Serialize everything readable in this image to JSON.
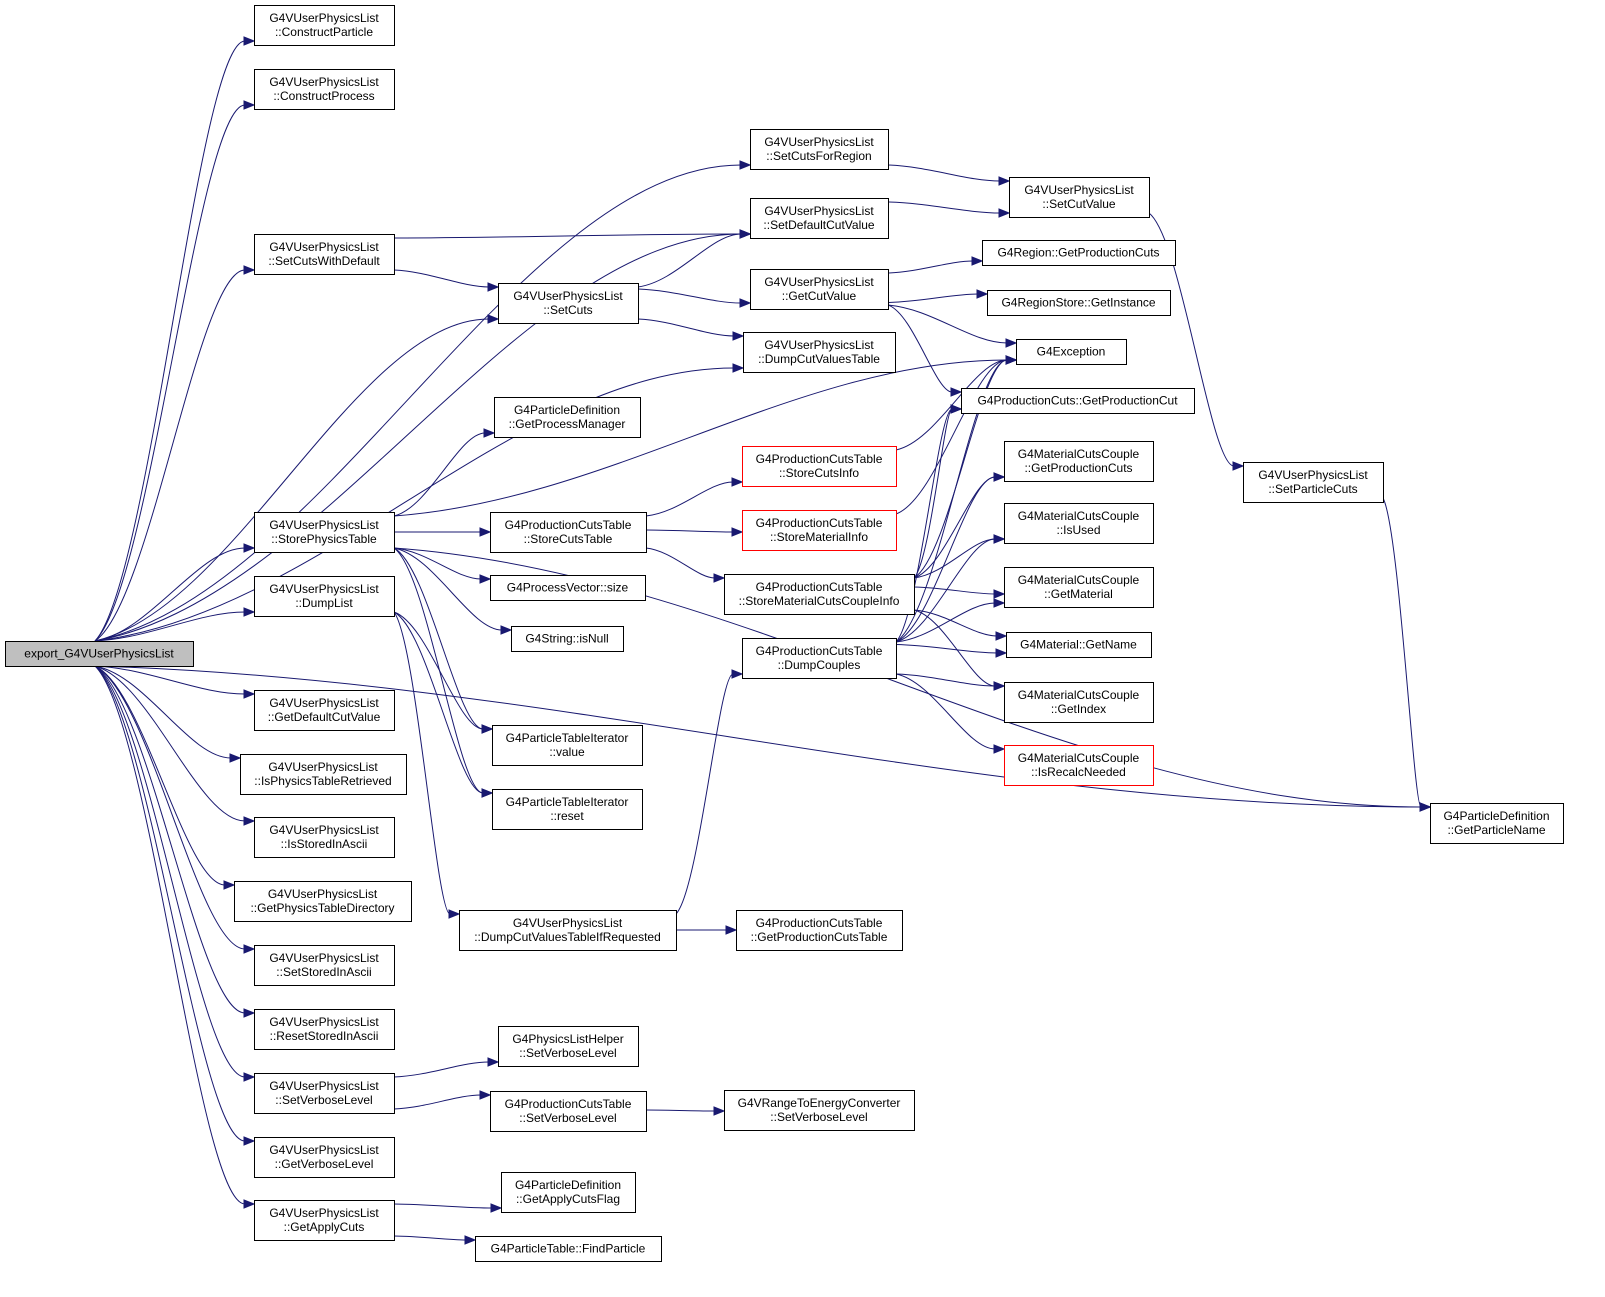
{
  "nodes": {
    "root": {
      "lines": [
        "export_G4VUserPhysicsList"
      ],
      "root": true
    },
    "constructParticle": {
      "lines": [
        "G4VUserPhysicsList",
        "::ConstructParticle"
      ]
    },
    "constructProcess": {
      "lines": [
        "G4VUserPhysicsList",
        "::ConstructProcess"
      ]
    },
    "setCutsForRegion": {
      "lines": [
        "G4VUserPhysicsList",
        "::SetCutsForRegion"
      ]
    },
    "setCutValue": {
      "lines": [
        "G4VUserPhysicsList",
        "::SetCutValue"
      ]
    },
    "setDefaultCutValue": {
      "lines": [
        "G4VUserPhysicsList",
        "::SetDefaultCutValue"
      ]
    },
    "setCutsWithDefault": {
      "lines": [
        "G4VUserPhysicsList",
        "::SetCutsWithDefault"
      ]
    },
    "setCuts": {
      "lines": [
        "G4VUserPhysicsList",
        "::SetCuts"
      ]
    },
    "getCutValue": {
      "lines": [
        "G4VUserPhysicsList",
        "::GetCutValue"
      ]
    },
    "regionGetProductionCuts": {
      "lines": [
        "G4Region::GetProductionCuts"
      ]
    },
    "regionStoreGetInstance": {
      "lines": [
        "G4RegionStore::GetInstance"
      ]
    },
    "dumpCutValuesTable": {
      "lines": [
        "G4VUserPhysicsList",
        "::DumpCutValuesTable"
      ]
    },
    "g4Exception": {
      "lines": [
        "G4Exception"
      ]
    },
    "productionCutsGetProductionCut": {
      "lines": [
        "G4ProductionCuts::GetProductionCut"
      ]
    },
    "getProcessManager": {
      "lines": [
        "G4ParticleDefinition",
        "::GetProcessManager"
      ]
    },
    "storeCutsInfo": {
      "lines": [
        "G4ProductionCutsTable",
        "::StoreCutsInfo"
      ],
      "red": true
    },
    "mccGetProductionCuts": {
      "lines": [
        "G4MaterialCutsCouple",
        "::GetProductionCuts"
      ]
    },
    "setParticleCuts": {
      "lines": [
        "G4VUserPhysicsList",
        "::SetParticleCuts"
      ]
    },
    "storePhysicsTable": {
      "lines": [
        "G4VUserPhysicsList",
        "::StorePhysicsTable"
      ]
    },
    "storeCutsTable": {
      "lines": [
        "G4ProductionCutsTable",
        "::StoreCutsTable"
      ]
    },
    "storeMaterialInfo": {
      "lines": [
        "G4ProductionCutsTable",
        "::StoreMaterialInfo"
      ],
      "red": true
    },
    "mccIsUsed": {
      "lines": [
        "G4MaterialCutsCouple",
        "::IsUsed"
      ]
    },
    "dumpList": {
      "lines": [
        "G4VUserPhysicsList",
        "::DumpList"
      ]
    },
    "processVectorSize": {
      "lines": [
        "G4ProcessVector::size"
      ]
    },
    "storeMaterialCutsCoupleInfo": {
      "lines": [
        "G4ProductionCutsTable",
        "::StoreMaterialCutsCoupleInfo"
      ]
    },
    "mccGetMaterial": {
      "lines": [
        "G4MaterialCutsCouple",
        "::GetMaterial"
      ]
    },
    "stringIsNull": {
      "lines": [
        "G4String::isNull"
      ]
    },
    "dumpCouples": {
      "lines": [
        "G4ProductionCutsTable",
        "::DumpCouples"
      ]
    },
    "materialGetName": {
      "lines": [
        "G4Material::GetName"
      ]
    },
    "getDefaultCutValue": {
      "lines": [
        "G4VUserPhysicsList",
        "::GetDefaultCutValue"
      ]
    },
    "mccGetIndex": {
      "lines": [
        "G4MaterialCutsCouple",
        "::GetIndex"
      ]
    },
    "pitValue": {
      "lines": [
        "G4ParticleTableIterator",
        "::value"
      ]
    },
    "isPhysicsTableRetrieved": {
      "lines": [
        "G4VUserPhysicsList",
        "::IsPhysicsTableRetrieved"
      ]
    },
    "mccIsRecalcNeeded": {
      "lines": [
        "G4MaterialCutsCouple",
        "::IsRecalcNeeded"
      ],
      "red": true
    },
    "pitReset": {
      "lines": [
        "G4ParticleTableIterator",
        "::reset"
      ]
    },
    "getParticleName": {
      "lines": [
        "G4ParticleDefinition",
        "::GetParticleName"
      ]
    },
    "isStoredInAscii": {
      "lines": [
        "G4VUserPhysicsList",
        "::IsStoredInAscii"
      ]
    },
    "getPhysicsTableDirectory": {
      "lines": [
        "G4VUserPhysicsList",
        "::GetPhysicsTableDirectory"
      ]
    },
    "dumpCutValuesTableIfRequested": {
      "lines": [
        "G4VUserPhysicsList",
        "::DumpCutValuesTableIfRequested"
      ]
    },
    "getProductionCutsTable": {
      "lines": [
        "G4ProductionCutsTable",
        "::GetProductionCutsTable"
      ]
    },
    "setStoredInAscii": {
      "lines": [
        "G4VUserPhysicsList",
        "::SetStoredInAscii"
      ]
    },
    "resetStoredInAscii": {
      "lines": [
        "G4VUserPhysicsList",
        "::ResetStoredInAscii"
      ]
    },
    "plhSetVerboseLevel": {
      "lines": [
        "G4PhysicsListHelper",
        "::SetVerboseLevel"
      ]
    },
    "setVerboseLevel": {
      "lines": [
        "G4VUserPhysicsList",
        "::SetVerboseLevel"
      ]
    },
    "pctSetVerboseLevel": {
      "lines": [
        "G4ProductionCutsTable",
        "::SetVerboseLevel"
      ]
    },
    "rtecSetVerboseLevel": {
      "lines": [
        "G4VRangeToEnergyConverter",
        "::SetVerboseLevel"
      ]
    },
    "getVerboseLevel": {
      "lines": [
        "G4VUserPhysicsList",
        "::GetVerboseLevel"
      ]
    },
    "getApplyCutsFlag": {
      "lines": [
        "G4ParticleDefinition",
        "::GetApplyCutsFlag"
      ]
    },
    "getApplyCuts": {
      "lines": [
        "G4VUserPhysicsList",
        "::GetApplyCuts"
      ]
    },
    "findParticle": {
      "lines": [
        "G4ParticleTable::FindParticle"
      ]
    }
  },
  "edges": [
    [
      "root",
      "constructParticle"
    ],
    [
      "root",
      "constructProcess"
    ],
    [
      "root",
      "setCutsForRegion"
    ],
    [
      "root",
      "setDefaultCutValue"
    ],
    [
      "root",
      "setCutsWithDefault"
    ],
    [
      "root",
      "setCuts"
    ],
    [
      "root",
      "dumpCutValuesTable"
    ],
    [
      "root",
      "storePhysicsTable"
    ],
    [
      "root",
      "dumpList"
    ],
    [
      "root",
      "getParticleName"
    ],
    [
      "root",
      "getDefaultCutValue"
    ],
    [
      "root",
      "isPhysicsTableRetrieved"
    ],
    [
      "root",
      "isStoredInAscii"
    ],
    [
      "root",
      "getPhysicsTableDirectory"
    ],
    [
      "root",
      "setStoredInAscii"
    ],
    [
      "root",
      "resetStoredInAscii"
    ],
    [
      "root",
      "setVerboseLevel"
    ],
    [
      "root",
      "getVerboseLevel"
    ],
    [
      "root",
      "getApplyCuts"
    ],
    [
      "setCutsForRegion",
      "setCutValue"
    ],
    [
      "setDefaultCutValue",
      "setCutValue"
    ],
    [
      "setCutValue",
      "setParticleCuts"
    ],
    [
      "setParticleCuts",
      "getParticleName"
    ],
    [
      "setCutsWithDefault",
      "setDefaultCutValue"
    ],
    [
      "setCutsWithDefault",
      "setCuts"
    ],
    [
      "setCuts",
      "setDefaultCutValue"
    ],
    [
      "setCuts",
      "getCutValue"
    ],
    [
      "setCuts",
      "dumpCutValuesTable"
    ],
    [
      "getCutValue",
      "regionGetProductionCuts"
    ],
    [
      "getCutValue",
      "regionStoreGetInstance"
    ],
    [
      "getCutValue",
      "g4Exception"
    ],
    [
      "getCutValue",
      "productionCutsGetProductionCut"
    ],
    [
      "storePhysicsTable",
      "getProcessManager"
    ],
    [
      "storePhysicsTable",
      "g4Exception"
    ],
    [
      "storePhysicsTable",
      "storeCutsTable"
    ],
    [
      "storePhysicsTable",
      "processVectorSize"
    ],
    [
      "storePhysicsTable",
      "stringIsNull"
    ],
    [
      "storePhysicsTable",
      "pitValue"
    ],
    [
      "storePhysicsTable",
      "pitReset"
    ],
    [
      "storePhysicsTable",
      "getParticleName"
    ],
    [
      "storeCutsTable",
      "storeCutsInfo"
    ],
    [
      "storeCutsTable",
      "storeMaterialInfo"
    ],
    [
      "storeCutsTable",
      "storeMaterialCutsCoupleInfo"
    ],
    [
      "storeCutsInfo",
      "g4Exception"
    ],
    [
      "storeMaterialInfo",
      "g4Exception"
    ],
    [
      "storeMaterialCutsCoupleInfo",
      "g4Exception"
    ],
    [
      "storeMaterialCutsCoupleInfo",
      "productionCutsGetProductionCut"
    ],
    [
      "storeMaterialCutsCoupleInfo",
      "mccGetProductionCuts"
    ],
    [
      "storeMaterialCutsCoupleInfo",
      "mccIsUsed"
    ],
    [
      "storeMaterialCutsCoupleInfo",
      "mccGetMaterial"
    ],
    [
      "storeMaterialCutsCoupleInfo",
      "materialGetName"
    ],
    [
      "storeMaterialCutsCoupleInfo",
      "mccGetIndex"
    ],
    [
      "dumpList",
      "pitValue"
    ],
    [
      "dumpList",
      "pitReset"
    ],
    [
      "dumpList",
      "dumpCutValuesTableIfRequested"
    ],
    [
      "dumpCutValuesTableIfRequested",
      "dumpCouples"
    ],
    [
      "dumpCutValuesTableIfRequested",
      "getProductionCutsTable"
    ],
    [
      "dumpCouples",
      "g4Exception"
    ],
    [
      "dumpCouples",
      "productionCutsGetProductionCut"
    ],
    [
      "dumpCouples",
      "mccGetProductionCuts"
    ],
    [
      "dumpCouples",
      "mccIsUsed"
    ],
    [
      "dumpCouples",
      "mccGetMaterial"
    ],
    [
      "dumpCouples",
      "materialGetName"
    ],
    [
      "dumpCouples",
      "mccGetIndex"
    ],
    [
      "dumpCouples",
      "mccIsRecalcNeeded"
    ],
    [
      "setVerboseLevel",
      "plhSetVerboseLevel"
    ],
    [
      "setVerboseLevel",
      "pctSetVerboseLevel"
    ],
    [
      "pctSetVerboseLevel",
      "rtecSetVerboseLevel"
    ],
    [
      "getApplyCuts",
      "getApplyCutsFlag"
    ],
    [
      "getApplyCuts",
      "findParticle"
    ]
  ],
  "colors": {
    "edge": "#191970",
    "highlight": "#ff0000",
    "root_fill": "#bfbfbf"
  }
}
